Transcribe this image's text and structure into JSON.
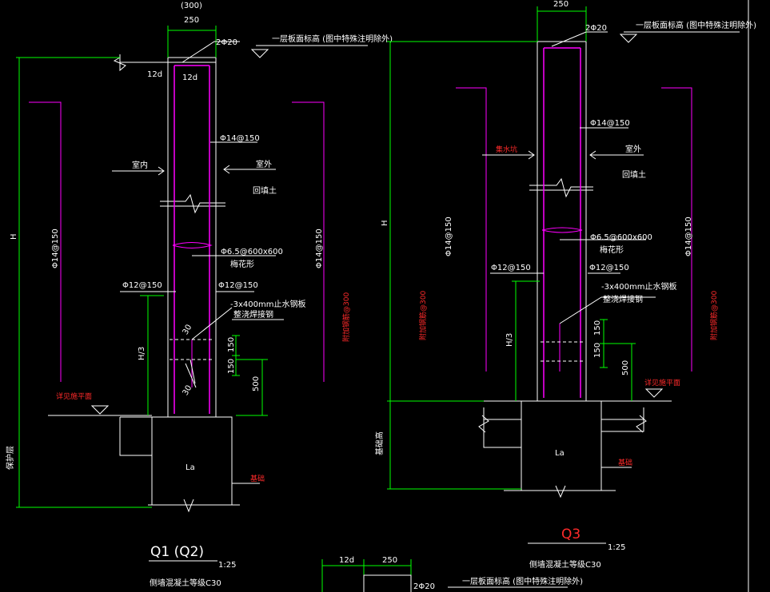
{
  "q1": {
    "dim_300": "(300)",
    "dim_250": "250",
    "rebar_top": "2Φ20",
    "floor_note": "一层板面标高 (图中特殊注明除外)",
    "dim_12d_a": "12d",
    "dim_12d_b": "12d",
    "vert_bar": "Φ14@150",
    "label_indoor": "室内",
    "label_outdoor": "室外",
    "label_backfill": "回填土",
    "tie_bar": "Φ6.5@600x600",
    "tie_note": "梅花形",
    "left_bar": "Φ12@150",
    "right_bar": "Φ12@150",
    "waterstop": "-3x400mm止水钢板",
    "waterstop_note": "整浇焊接钢",
    "dim_30a": "30",
    "dim_30b": "30",
    "dim_150a": "150",
    "dim_150b": "150",
    "dim_500": "500",
    "dim_H3": "H/3",
    "dim_H": "H",
    "side_bar_left": "Φ14@150",
    "side_bar_right": "Φ14@150",
    "red_side": "附加钢筋@300",
    "red_ground": "详见施平面",
    "red_base": "基础",
    "left_note": "保护层",
    "la": "La",
    "title": "Q1 (Q2)",
    "scale": "1:25",
    "concrete": "侧墙混凝土等级C30"
  },
  "q3": {
    "dim_250": "250",
    "rebar_top": "2Φ20",
    "floor_note": "一层板面标高 (图中特殊注明除外)",
    "vert_bar": "Φ14@150",
    "label_pit": "集水坑",
    "label_outdoor": "室外",
    "label_backfill": "回填土",
    "tie_bar": "Φ6.5@600x600",
    "tie_note": "梅花形",
    "left_bar": "Φ12@150",
    "right_bar": "Φ12@150",
    "waterstop": "-3x400mm止水钢板",
    "waterstop_note": "整浇焊接钢",
    "dim_150a": "150",
    "dim_150b": "150",
    "dim_500": "500",
    "dim_H3": "H/3",
    "dim_H": "H",
    "side_bar_left": "Φ14@150",
    "side_bar_right": "Φ14@150",
    "red_side_left": "附加钢筋@300",
    "red_side_right": "附加钢筋@300",
    "red_ground": "详见施平面",
    "red_base": "基础",
    "left_note": "基础高",
    "la": "La",
    "title": "Q3",
    "scale": "1:25",
    "concrete": "侧墙混凝土等级C30"
  },
  "bottom": {
    "dim_12d": "12d",
    "dim_250": "250",
    "rebar": "2Φ20",
    "floor_note": "一层板面标高 (图中特殊注明除外)"
  },
  "colors": {
    "line_white": "#ffffff",
    "line_green": "#00ff00",
    "line_magenta": "#ff00ff",
    "text_red": "#ff2a2a",
    "background": "#000000"
  }
}
